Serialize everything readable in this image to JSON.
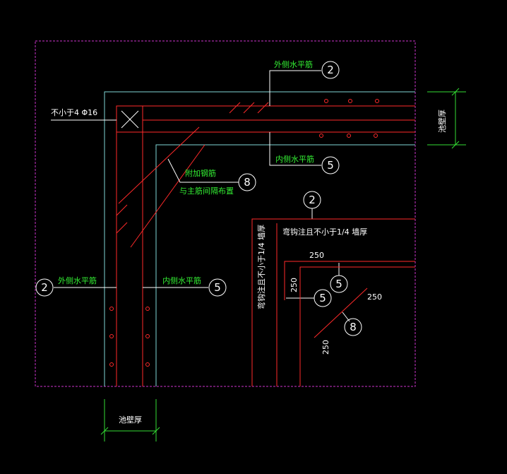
{
  "colors": {
    "background": "#000000",
    "frame": "#cc33cc",
    "rebar": "#ff2a2a",
    "wall_outline": "#7fd6d6",
    "dimension": "#33dd33",
    "label_green": "#33ee33",
    "label_white": "#ffffff",
    "callout": "#ffffff"
  },
  "labels": {
    "corner_bar": "不小于4 Φ16",
    "outer_horizontal_top": "外侧水平筋",
    "inner_horizontal_top": "内侧水平筋",
    "outer_horizontal_left": "外侧水平筋",
    "inner_horizontal_left": "内侧水平筋",
    "added_bar_line1": "附加钢筋",
    "added_bar_line2": "与主筋间隔布置",
    "wall_thickness_right": "池壁厚",
    "wall_thickness_bottom": "池壁厚",
    "anchorage_horizontal": "弯钩注且不小于1/4 墙厚",
    "anchorage_vertical": "弯钩注且不小于1/4 墙厚",
    "dim_250_top": "250",
    "dim_250_left": "250",
    "dim_250_diag_right": "250",
    "dim_250_diag_left": "250"
  },
  "callouts": {
    "top_outer": "2",
    "top_inner": "5",
    "added": "8",
    "detail_top": "2",
    "detail_5a": "5",
    "detail_5b": "5",
    "detail_8": "8",
    "left_outer": "2",
    "left_inner": "5"
  }
}
